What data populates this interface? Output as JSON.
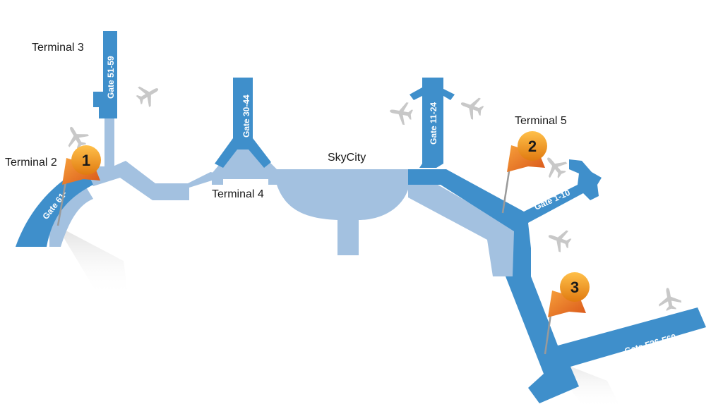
{
  "map": {
    "colors": {
      "gate_pier": "#3f8fcb",
      "concourse": "#a3c1e0",
      "plane": "#c8c8c8",
      "pin_ball": "#f49a1c",
      "pin_flag": "#e8651a",
      "label_text": "#1a1a1a",
      "gate_text": "#ffffff"
    },
    "terminals": [
      {
        "id": "t3",
        "label": "Terminal 3"
      },
      {
        "id": "t2",
        "label": "Terminal 2"
      },
      {
        "id": "t4",
        "label": "Terminal 4"
      },
      {
        "id": "sky",
        "label": "SkyCity"
      },
      {
        "id": "t5",
        "label": "Terminal 5"
      }
    ],
    "gates": [
      {
        "id": "g51",
        "label": "Gate 51-59"
      },
      {
        "id": "g30",
        "label": "Gate 30-44"
      },
      {
        "id": "g11",
        "label": "Gate 11-24"
      },
      {
        "id": "g1",
        "label": "Gate 1-10"
      },
      {
        "id": "gf",
        "label": "Gate F26-F69"
      },
      {
        "id": "g2",
        "label": "Gate 61-"
      }
    ],
    "pins": [
      {
        "id": "p1",
        "number": "1"
      },
      {
        "id": "p2",
        "number": "2"
      },
      {
        "id": "p3",
        "number": "3"
      }
    ],
    "planes": [
      {
        "id": "plane-1",
        "icon": "airplane-icon"
      },
      {
        "id": "plane-2",
        "icon": "airplane-icon"
      },
      {
        "id": "plane-3",
        "icon": "airplane-icon"
      },
      {
        "id": "plane-4",
        "icon": "airplane-icon"
      },
      {
        "id": "plane-5",
        "icon": "airplane-icon"
      },
      {
        "id": "plane-6",
        "icon": "airplane-icon"
      },
      {
        "id": "plane-7",
        "icon": "airplane-icon"
      }
    ]
  }
}
